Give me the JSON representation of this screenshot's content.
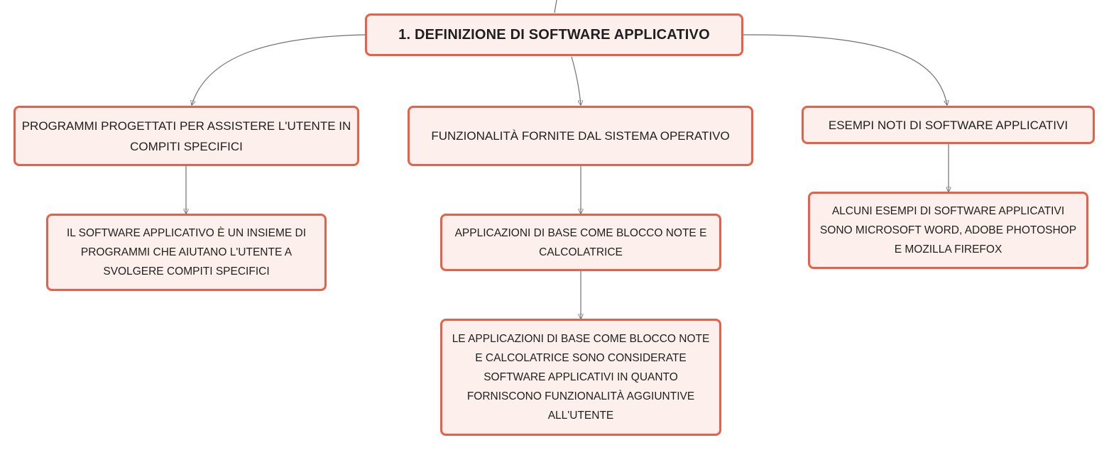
{
  "root": {
    "label": "1. DEFINIZIONE DI SOFTWARE APPLICATIVO"
  },
  "branches": [
    {
      "label": "PROGRAMMI PROGETTATI PER ASSISTERE L'UTENTE IN COMPITI SPECIFICI",
      "children": [
        {
          "label": "IL SOFTWARE APPLICATIVO È UN INSIEME DI PROGRAMMI CHE AIUTANO L'UTENTE A SVOLGERE COMPITI SPECIFICI"
        }
      ]
    },
    {
      "label": "FUNZIONALITÀ FORNITE DAL SISTEMA OPERATIVO",
      "children": [
        {
          "label": "APPLICAZIONI DI BASE COME BLOCCO NOTE E CALCOLATRICE"
        },
        {
          "label": "LE APPLICAZIONI DI BASE COME BLOCCO NOTE E CALCOLATRICE SONO CONSIDERATE SOFTWARE APPLICATIVI IN QUANTO FORNISCONO FUNZIONALITÀ AGGIUNTIVE ALL'UTENTE"
        }
      ]
    },
    {
      "label": "ESEMPI NOTI DI SOFTWARE APPLICATIVI",
      "children": [
        {
          "label": "ALCUNI ESEMPI DI SOFTWARE APPLICATIVI SONO MICROSOFT WORD, ADOBE PHOTOSHOP E MOZILLA FIREFOX"
        }
      ]
    }
  ],
  "colors": {
    "node_border": "#e8604a",
    "node_fill": "#fdf0ec",
    "connector": "#707070"
  }
}
